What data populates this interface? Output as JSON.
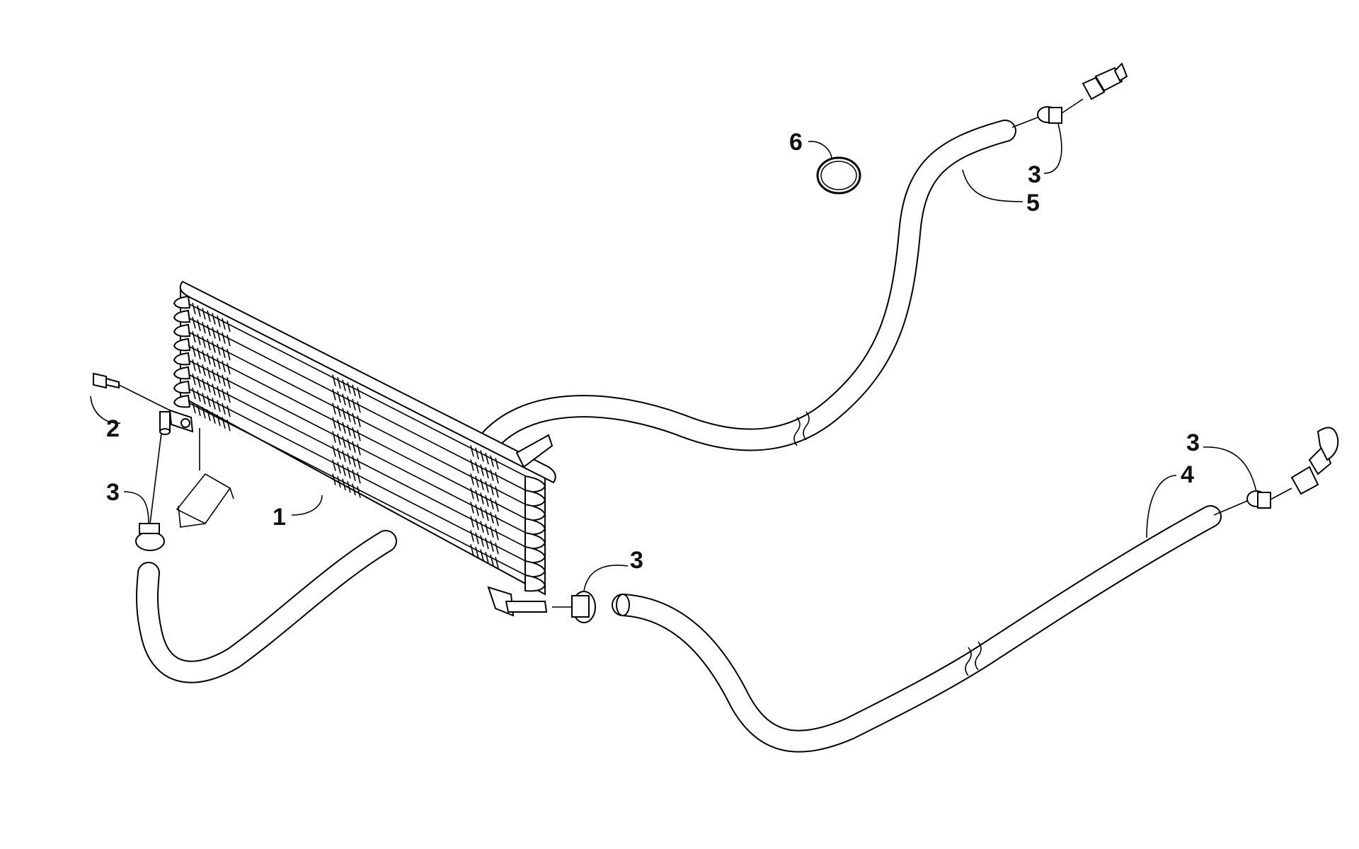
{
  "callouts": [
    {
      "id": "callout-1",
      "label": "1"
    },
    {
      "id": "callout-2",
      "label": "2"
    },
    {
      "id": "callout-3-left",
      "label": "3"
    },
    {
      "id": "callout-3-mid",
      "label": "3"
    },
    {
      "id": "callout-3-top",
      "label": "3"
    },
    {
      "id": "callout-3-right",
      "label": "3"
    },
    {
      "id": "callout-4",
      "label": "4"
    },
    {
      "id": "callout-5",
      "label": "5"
    },
    {
      "id": "callout-6",
      "label": "6"
    }
  ],
  "colors": {
    "line": "#000000",
    "background": "#ffffff"
  }
}
